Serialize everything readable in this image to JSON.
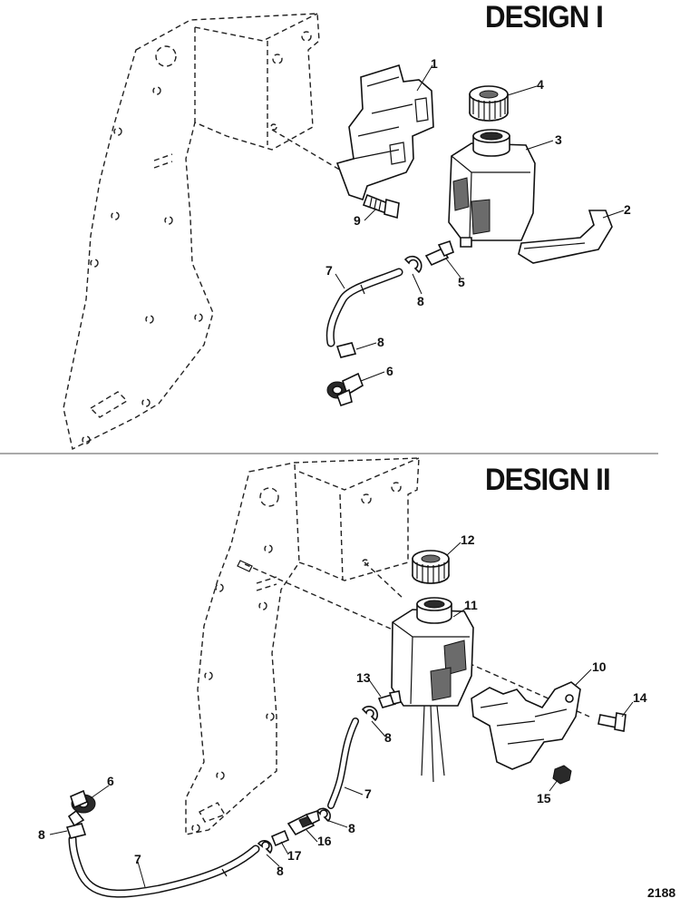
{
  "headings": {
    "top": "DESIGN I",
    "bottom": "DESIGN II"
  },
  "figure_number": "2188",
  "design1": {
    "callouts": {
      "c1": "1",
      "c2": "2",
      "c3": "3",
      "c4": "4",
      "c5": "5",
      "c6": "6",
      "c7": "7",
      "c8a": "8",
      "c8b": "8",
      "c9": "9"
    }
  },
  "design2": {
    "callouts": {
      "c6": "6",
      "c7a": "7",
      "c7b": "7",
      "c8a": "8",
      "c8b": "8",
      "c8c": "8",
      "c8d": "8",
      "c10": "10",
      "c11": "11",
      "c12": "12",
      "c13": "13",
      "c14": "14",
      "c15": "15",
      "c16": "16",
      "c17": "17"
    }
  }
}
